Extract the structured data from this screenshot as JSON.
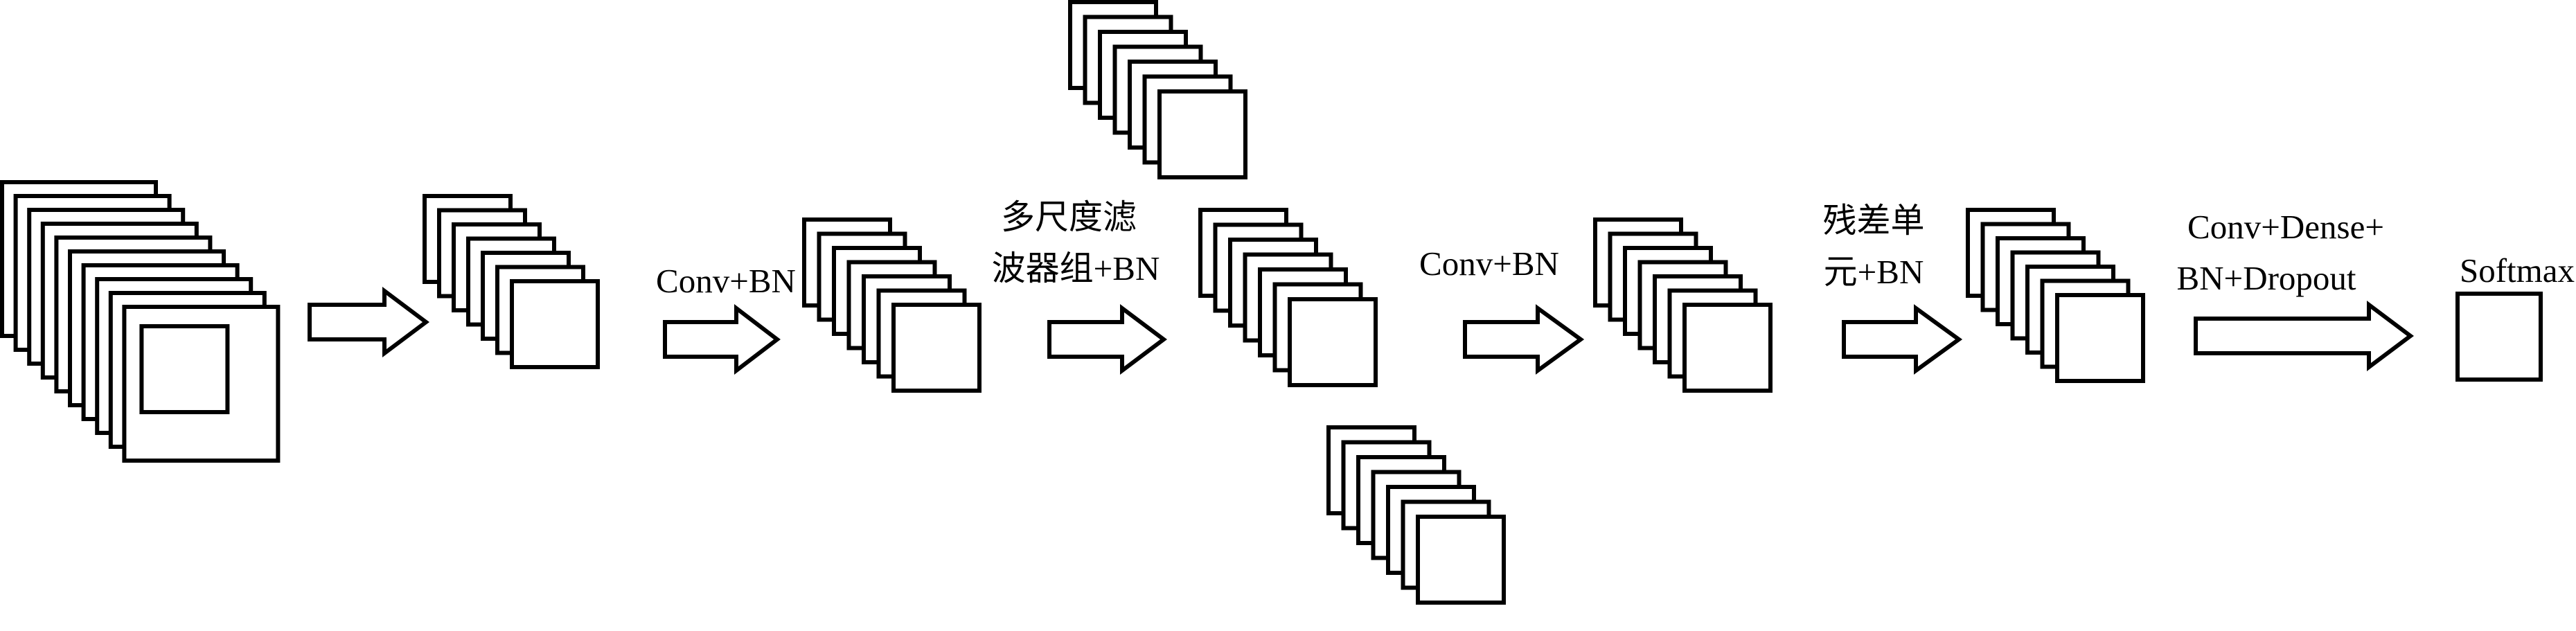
{
  "labels": {
    "conv_bn_1": "Conv+BN",
    "multiscale_line1": "多尺度滤",
    "multiscale_line2": "波器组+BN",
    "conv_bn_2": "Conv+BN",
    "residual_line1": "残差单",
    "residual_line2": "元+BN",
    "conv_dense_line1": "Conv+Dense+",
    "conv_dense_line2": "BN+Dropout",
    "softmax": "Softmax"
  },
  "colors": {
    "stroke": "#000000",
    "fill": "#ffffff"
  }
}
